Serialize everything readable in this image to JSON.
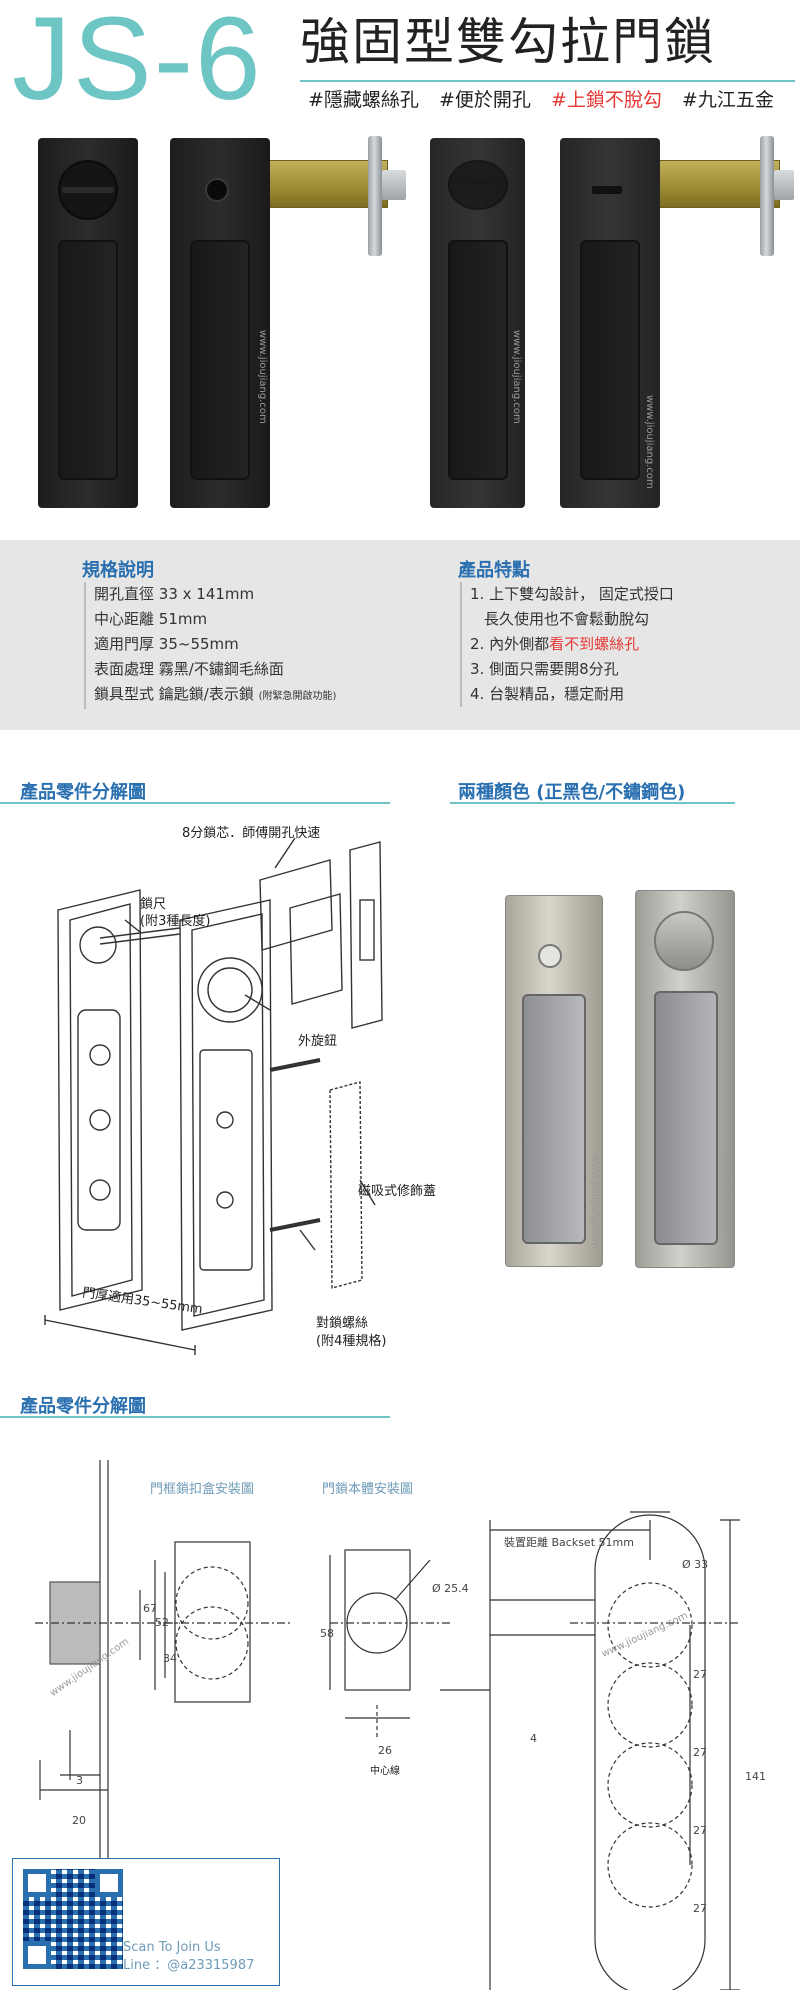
{
  "header": {
    "model": "JS-6",
    "title": "強固型雙勾拉門鎖",
    "tags": [
      "#隱藏螺絲孔",
      "#便於開孔",
      "#上鎖不脫勾",
      "#九江五金"
    ],
    "highlight_color": "#e53935",
    "accent_color": "#6ec6c4"
  },
  "watermark": "www.jioujiang.com",
  "specs": {
    "title": "規格說明",
    "items": [
      {
        "label": "開孔直徑",
        "value": "33 x 141mm"
      },
      {
        "label": "中心距離",
        "value": "51mm"
      },
      {
        "label": "適用門厚",
        "value": "35~55mm"
      },
      {
        "label": "表面處理",
        "value": "霧黑/不鏽鋼毛絲面"
      },
      {
        "label": "鎖具型式",
        "value": "鑰匙鎖/表示鎖",
        "note": "(附緊急開啟功能)"
      }
    ]
  },
  "features": {
    "title": "產品特點",
    "items": [
      {
        "pre": "1. 上下雙勾設計， 固定式授口",
        "hl": "",
        "post": ""
      },
      {
        "pre": "長久使用也不會鬆動脫勾",
        "hl": "",
        "post": ""
      },
      {
        "pre": "2. 內外側都",
        "hl": "看不到螺絲孔",
        "post": ""
      },
      {
        "pre": "3. 側面只需要開8分孔",
        "hl": "",
        "post": ""
      },
      {
        "pre": "4. 台製精品，穩定耐用",
        "hl": "",
        "post": ""
      }
    ]
  },
  "exploded": {
    "title": "產品零件分解圖",
    "labels": {
      "core": "8分鎖芯．師傅開孔快速",
      "spindle": "鎖尺",
      "spindle_note": "(附3種長度)",
      "knob": "外旋鈕",
      "cover": "磁吸式修飾蓋",
      "door": "門厚適用35~55mm",
      "screws": "對鎖螺絲",
      "screws_note": "(附4種規格)"
    }
  },
  "colors": {
    "title": "兩種顏色 (正黑色/不鏽鋼色)"
  },
  "install": {
    "title": "產品零件分解圖",
    "frame_title": "門框鎖扣盒安裝圖",
    "body_title": "門鎖本體安裝圖",
    "backset": "裝置距離 Backset 51mm",
    "center_line": "中心線",
    "dims": {
      "d67": "67",
      "d52": "52",
      "d34": "34",
      "d3": "3",
      "d20": "20",
      "d58": "58",
      "d254": "Ø 25.4",
      "d26": "26",
      "d4": "4",
      "d33": "Ø 33",
      "d27a": "27",
      "d27b": "27",
      "d27c": "27",
      "d27d": "27",
      "d141": "141"
    }
  },
  "qr": {
    "scan": "Scan To Join Us",
    "line": "Line ：@a23315987"
  }
}
